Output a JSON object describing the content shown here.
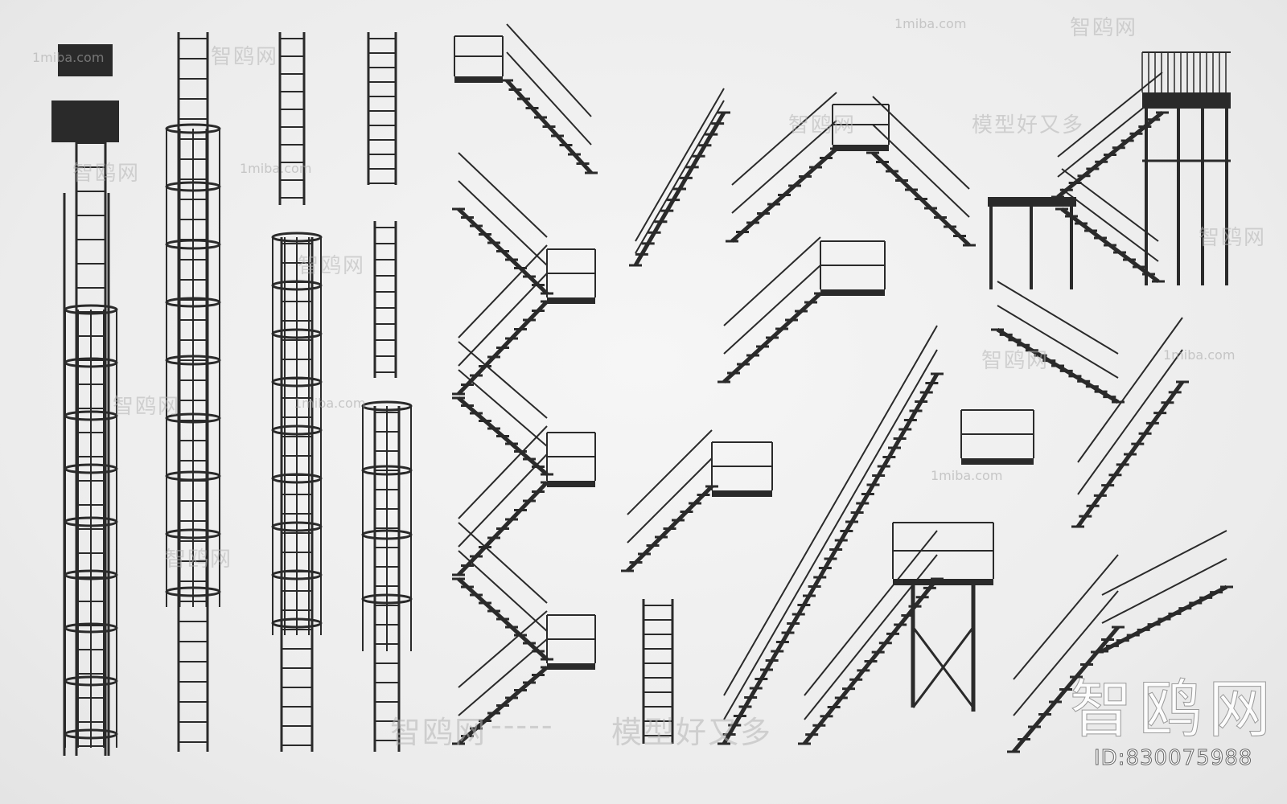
{
  "watermarks": {
    "site": "1miba.com",
    "brand": "智鸥网",
    "slogan": "模型好又多",
    "dashes": "-----",
    "id": "ID:830075988"
  },
  "colors": {
    "metal": "#2a2a2a",
    "background": "#efefef"
  }
}
